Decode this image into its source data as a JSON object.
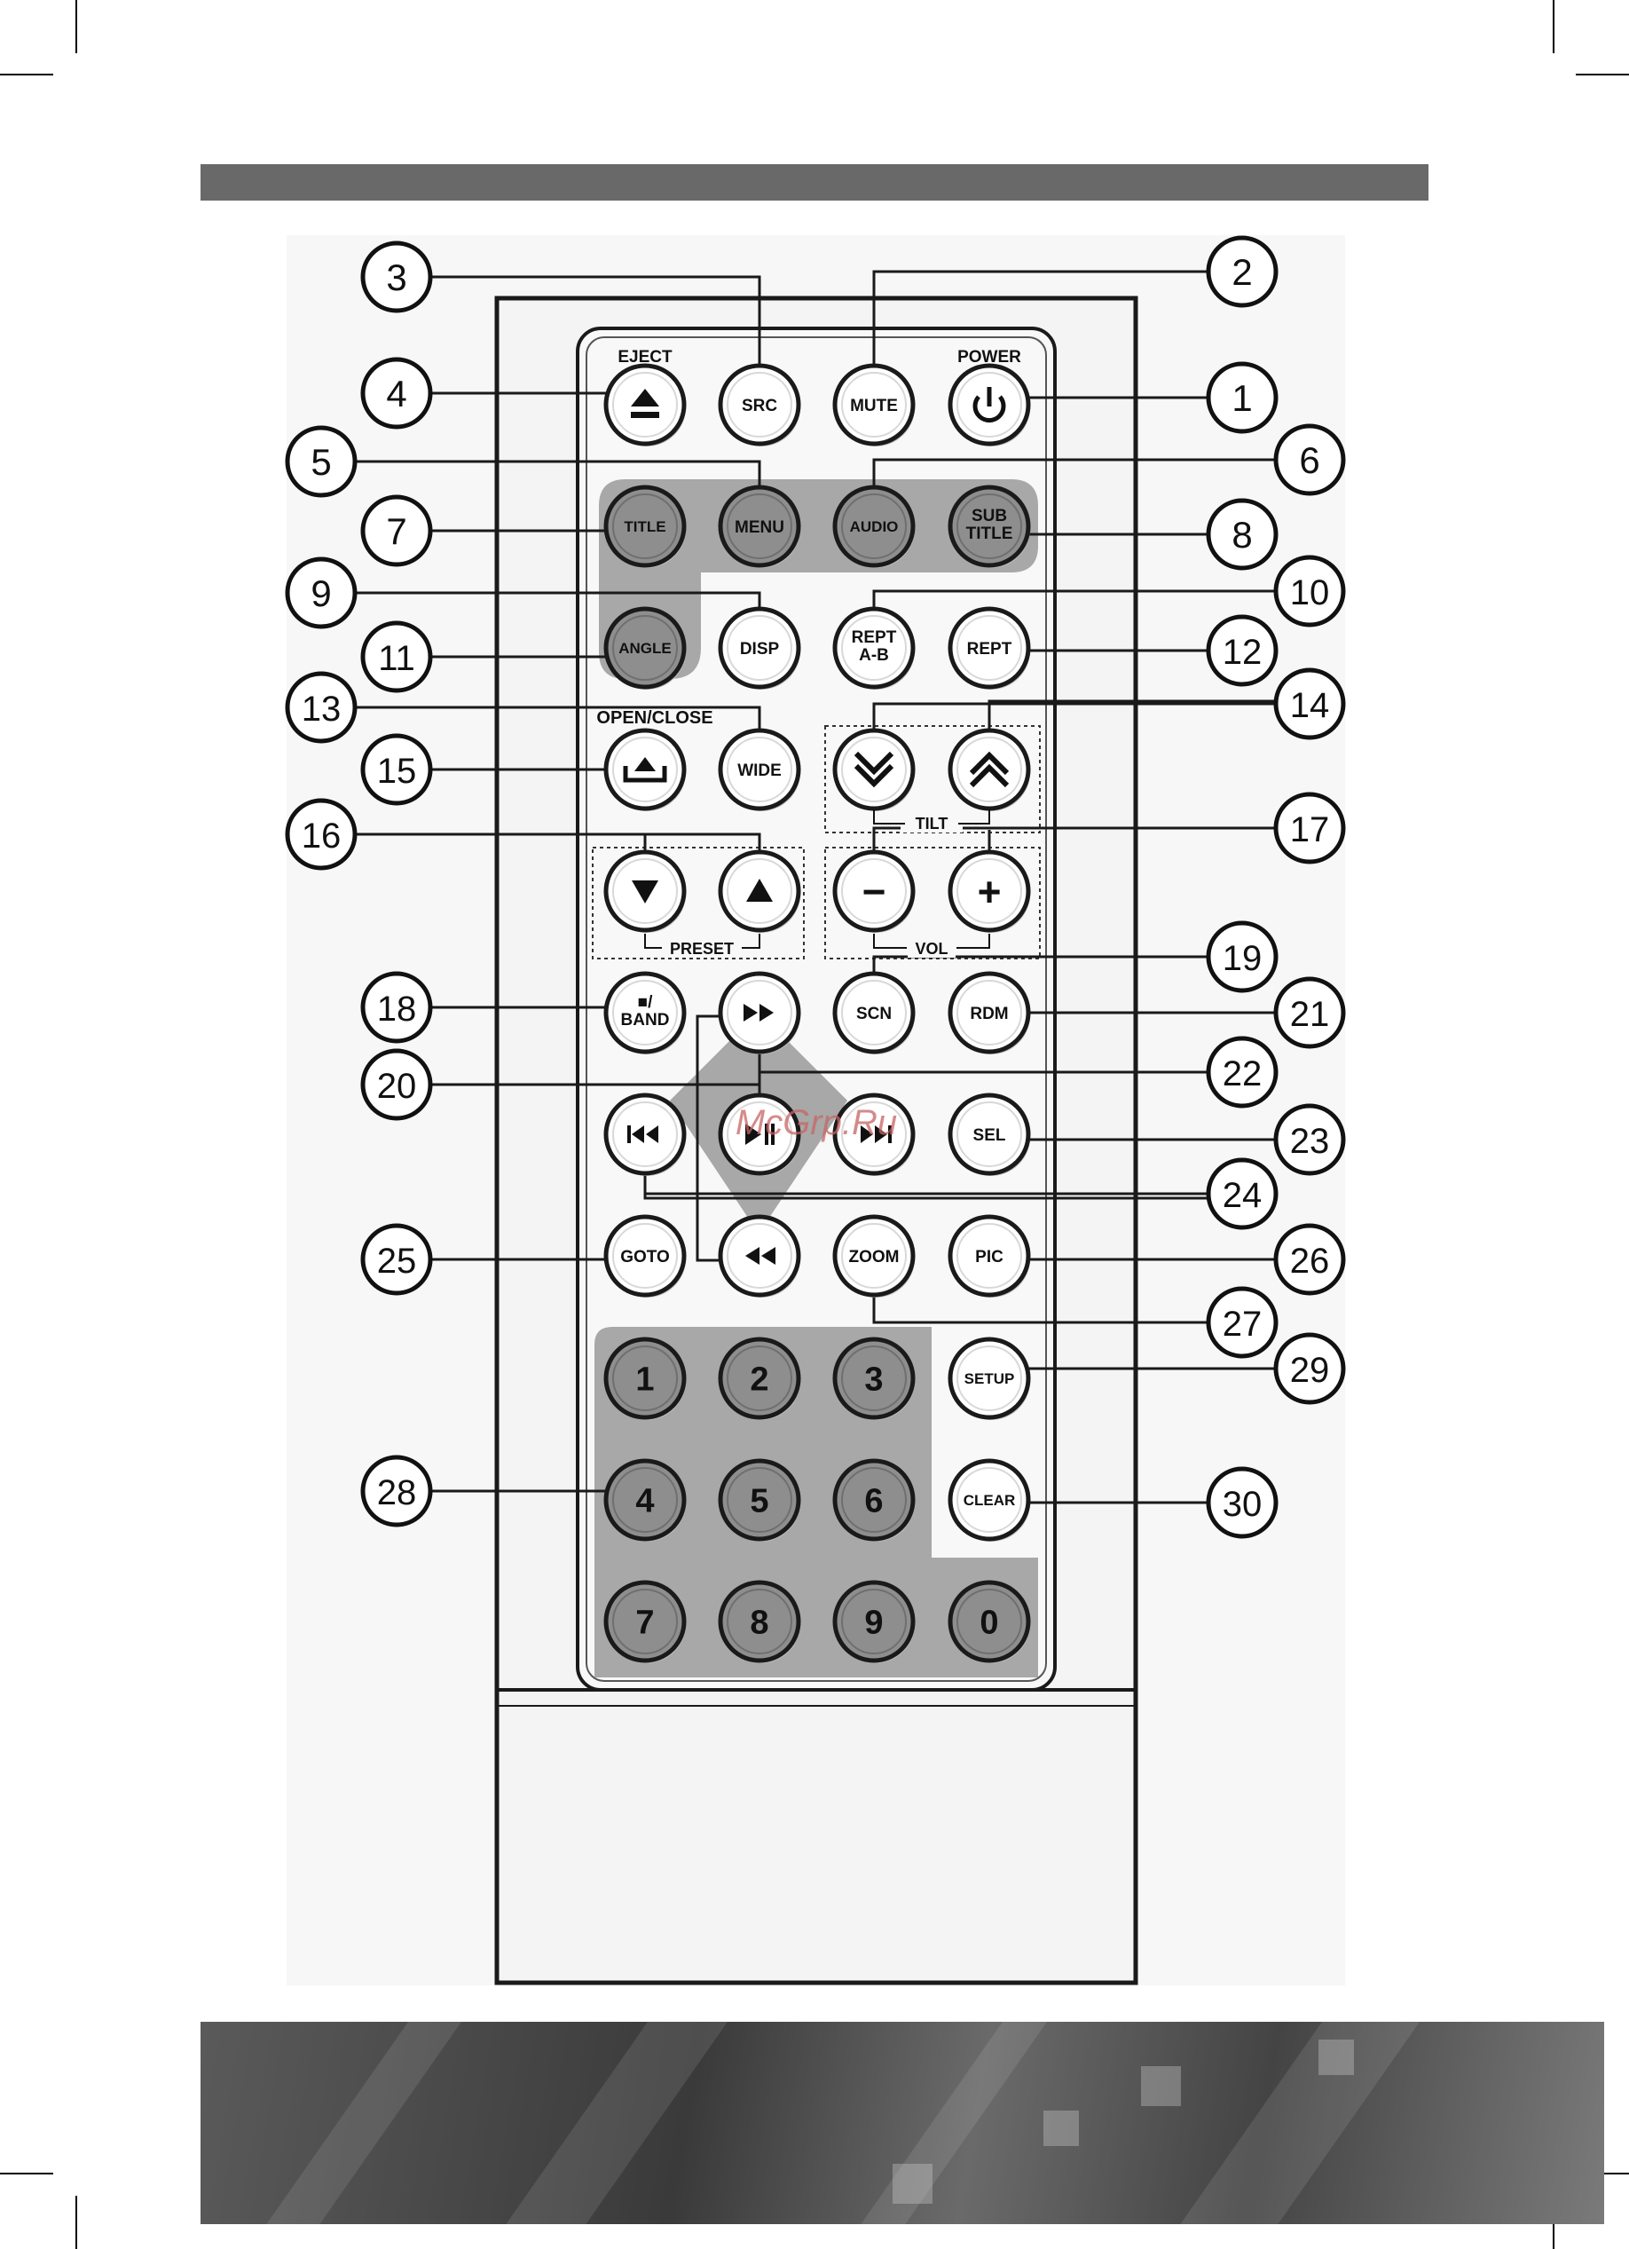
{
  "watermark": "McGrp.Ru",
  "remote": {
    "labels": {
      "eject": "EJECT",
      "power": "POWER",
      "open_close": "OPEN/CLOSE",
      "tilt": "TILT",
      "preset": "PRESET",
      "vol": "VOL"
    },
    "buttons": [
      {
        "id": "eject",
        "text": "",
        "icon": "eject-icon",
        "shaded": false
      },
      {
        "id": "src",
        "text": "SRC",
        "shaded": false
      },
      {
        "id": "mute",
        "text": "MUTE",
        "shaded": false
      },
      {
        "id": "power",
        "text": "",
        "icon": "power-icon",
        "shaded": false
      },
      {
        "id": "title",
        "text": "TITLE",
        "shaded": true
      },
      {
        "id": "menu",
        "text": "MENU",
        "shaded": true
      },
      {
        "id": "audio",
        "text": "AUDIO",
        "shaded": true
      },
      {
        "id": "subtitle",
        "text": "SUB TITLE",
        "shaded": true
      },
      {
        "id": "angle",
        "text": "ANGLE",
        "shaded": true
      },
      {
        "id": "disp",
        "text": "DISP",
        "shaded": false
      },
      {
        "id": "rept-ab",
        "text": "REPT A-B",
        "shaded": false
      },
      {
        "id": "rept",
        "text": "REPT",
        "shaded": false
      },
      {
        "id": "open-close",
        "text": "",
        "icon": "open-close-icon",
        "shaded": false
      },
      {
        "id": "wide",
        "text": "WIDE",
        "shaded": false
      },
      {
        "id": "tilt-down",
        "text": "",
        "icon": "tilt-down-icon",
        "shaded": false
      },
      {
        "id": "tilt-up",
        "text": "",
        "icon": "tilt-up-icon",
        "shaded": false
      },
      {
        "id": "preset-down",
        "text": "",
        "icon": "preset-down-icon",
        "shaded": false
      },
      {
        "id": "preset-up",
        "text": "",
        "icon": "preset-up-icon",
        "shaded": false
      },
      {
        "id": "vol-down",
        "text": "−",
        "shaded": false
      },
      {
        "id": "vol-up",
        "text": "+",
        "shaded": false
      },
      {
        "id": "stop-band",
        "text": "■/ BAND",
        "shaded": false
      },
      {
        "id": "fast-forward",
        "text": "",
        "icon": "fast-forward-icon",
        "shaded": false
      },
      {
        "id": "scn",
        "text": "SCN",
        "shaded": false
      },
      {
        "id": "rdm",
        "text": "RDM",
        "shaded": false
      },
      {
        "id": "prev",
        "text": "",
        "icon": "previous-icon",
        "shaded": false
      },
      {
        "id": "play-pause",
        "text": "",
        "icon": "play-pause-icon",
        "shaded": false
      },
      {
        "id": "next",
        "text": "",
        "icon": "next-icon",
        "shaded": false
      },
      {
        "id": "sel",
        "text": "SEL",
        "shaded": false
      },
      {
        "id": "goto",
        "text": "GOTO",
        "shaded": false
      },
      {
        "id": "rewind",
        "text": "",
        "icon": "rewind-icon",
        "shaded": false
      },
      {
        "id": "zoom",
        "text": "ZOOM",
        "shaded": false
      },
      {
        "id": "pic",
        "text": "PIC",
        "shaded": false
      },
      {
        "id": "digit-1",
        "text": "1",
        "shaded": true
      },
      {
        "id": "digit-2",
        "text": "2",
        "shaded": true
      },
      {
        "id": "digit-3",
        "text": "3",
        "shaded": true
      },
      {
        "id": "setup",
        "text": "SETUP",
        "shaded": false
      },
      {
        "id": "digit-4",
        "text": "4",
        "shaded": true
      },
      {
        "id": "digit-5",
        "text": "5",
        "shaded": true
      },
      {
        "id": "digit-6",
        "text": "6",
        "shaded": true
      },
      {
        "id": "clear",
        "text": "CLEAR",
        "shaded": false
      },
      {
        "id": "digit-7",
        "text": "7",
        "shaded": true
      },
      {
        "id": "digit-8",
        "text": "8",
        "shaded": true
      },
      {
        "id": "digit-9",
        "text": "9",
        "shaded": true
      },
      {
        "id": "digit-0",
        "text": "0",
        "shaded": true
      }
    ],
    "callouts": [
      {
        "number": "1",
        "button": "power"
      },
      {
        "number": "2",
        "button": "mute"
      },
      {
        "number": "3",
        "button": "src"
      },
      {
        "number": "4",
        "button": "eject"
      },
      {
        "number": "5",
        "button": "menu"
      },
      {
        "number": "6",
        "button": "audio"
      },
      {
        "number": "7",
        "button": "title"
      },
      {
        "number": "8",
        "button": "subtitle"
      },
      {
        "number": "9",
        "button": "disp"
      },
      {
        "number": "10",
        "button": "rept-ab"
      },
      {
        "number": "11",
        "button": "angle"
      },
      {
        "number": "12",
        "button": "rept"
      },
      {
        "number": "13",
        "button": "wide"
      },
      {
        "number": "14",
        "button": "tilt-down"
      },
      {
        "number": "15",
        "button": "open-close"
      },
      {
        "number": "16",
        "button": "preset-down"
      },
      {
        "number": "17",
        "button": "vol-down"
      },
      {
        "number": "18",
        "button": "stop-band"
      },
      {
        "number": "19",
        "button": "scn"
      },
      {
        "number": "20",
        "button": "fast-forward"
      },
      {
        "number": "21",
        "button": "rdm"
      },
      {
        "number": "22",
        "button": "play-pause"
      },
      {
        "number": "23",
        "button": "sel"
      },
      {
        "number": "24",
        "button": "prev"
      },
      {
        "number": "25",
        "button": "goto"
      },
      {
        "number": "26",
        "button": "pic"
      },
      {
        "number": "27",
        "button": "zoom"
      },
      {
        "number": "28",
        "button": "digit-4"
      },
      {
        "number": "29",
        "button": "setup"
      },
      {
        "number": "30",
        "button": "clear"
      }
    ]
  }
}
